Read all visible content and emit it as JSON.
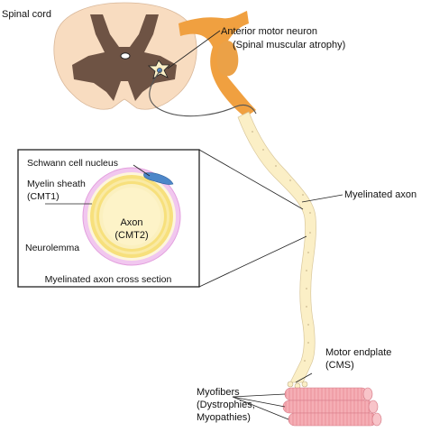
{
  "labels": {
    "spinal_cord": "Spinal cord",
    "anterior_motor_neuron": "Anterior motor neuron",
    "sma": "(Spinal muscular atrophy)",
    "schwann_nucleus": "Schwann cell nucleus",
    "myelin_sheath": "Myelin sheath",
    "cmt1": "(CMT1)",
    "axon": "Axon",
    "cmt2": "(CMT2)",
    "neurolemma": "Neurolemma",
    "cross_section": "Myelinated axon cross section",
    "myelinated_axon": "Myelinated axon",
    "motor_endplate": "Motor endplate",
    "cms": "(CMS)",
    "myofibers": "Myofibers",
    "dystrophies": "(Dystrophies,",
    "myopathies": "Myopathies)"
  },
  "colors": {
    "cord_white_matter": "#f8dcc0",
    "cord_grey_matter": "#6e5344",
    "nerve_orange": "#f0a040",
    "axon_myelin": "#fbefc6",
    "neurolemma": "#e9a8e6",
    "myelin_ring": "#f7e07c",
    "schwann_nucleus": "#4d87c9",
    "muscle": "#f5aeb5"
  }
}
